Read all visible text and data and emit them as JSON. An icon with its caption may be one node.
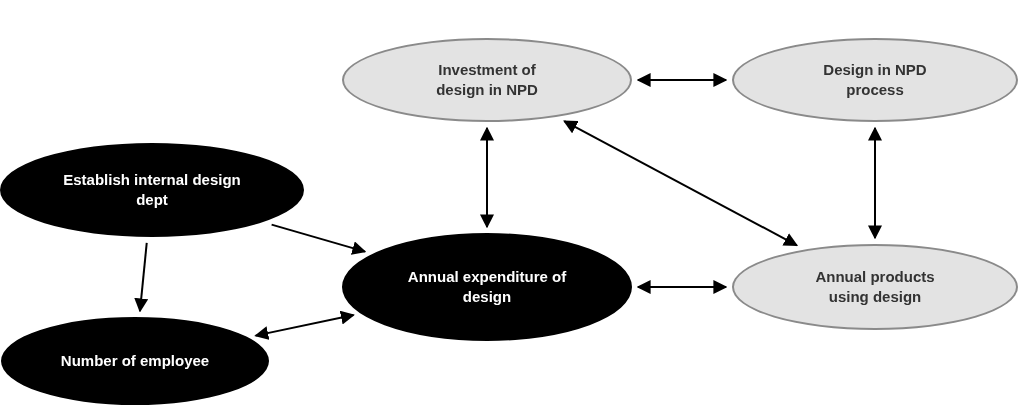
{
  "diagram": {
    "nodes": [
      {
        "text": [
          "Investment of design in NPD"
        ]
      },
      {
        "text": [
          "Design in NPD process"
        ]
      },
      {
        "text": [
          "Establish internal design dept"
        ]
      },
      {
        "text": [
          "Annual expenditure of design"
        ]
      },
      {
        "text": [
          "Annual products using design"
        ]
      },
      {
        "text": [
          "Number of employee"
        ]
      }
    ],
    "edges": [
      {
        "from": 0,
        "to": 1,
        "arrow": "both"
      },
      {
        "from": 0,
        "to": 3,
        "arrow": "both"
      },
      {
        "from": 0,
        "to": 4,
        "arrow": "both"
      },
      {
        "from": 1,
        "to": 4,
        "arrow": "both"
      },
      {
        "from": 2,
        "to": 3,
        "arrow": "to"
      },
      {
        "from": 2,
        "to": 5,
        "arrow": "to"
      },
      {
        "from": 5,
        "to": 3,
        "arrow": "both"
      },
      {
        "from": 3,
        "to": 4,
        "arrow": "both"
      }
    ]
  }
}
